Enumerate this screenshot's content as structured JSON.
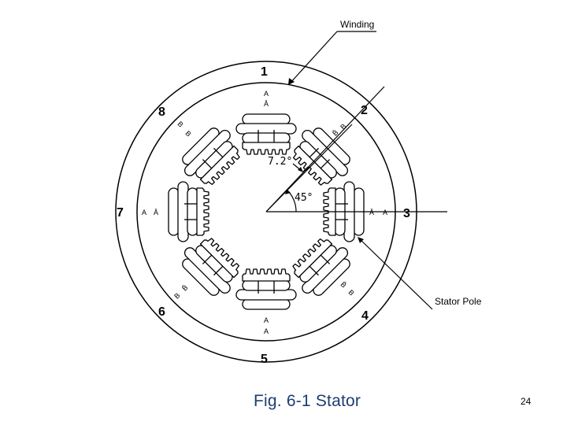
{
  "figure": {
    "caption": "Fig. 6-1 Stator",
    "page_number": "24",
    "callouts": {
      "winding": "Winding",
      "stator_pole": "Stator Pole"
    },
    "angles": {
      "step": "7.2°",
      "pole_spacing": "45°"
    },
    "poles": [
      {
        "number": "1",
        "wind_outer": "A",
        "wind_inner": "Ā"
      },
      {
        "number": "2",
        "wind_outer": "B̄",
        "wind_inner": "B"
      },
      {
        "number": "3",
        "wind_outer": "A",
        "wind_inner": "Ā"
      },
      {
        "number": "4",
        "wind_outer": "B",
        "wind_inner": "B̄"
      },
      {
        "number": "5",
        "wind_outer": "A",
        "wind_inner": "A"
      },
      {
        "number": "6",
        "wind_outer": "B",
        "wind_inner": "B̄"
      },
      {
        "number": "7",
        "wind_outer": "A",
        "wind_inner": "Ā"
      },
      {
        "number": "8",
        "wind_outer": "B",
        "wind_inner": "B"
      }
    ],
    "colors": {
      "line": "#000000",
      "caption": "#1e3c72"
    }
  }
}
